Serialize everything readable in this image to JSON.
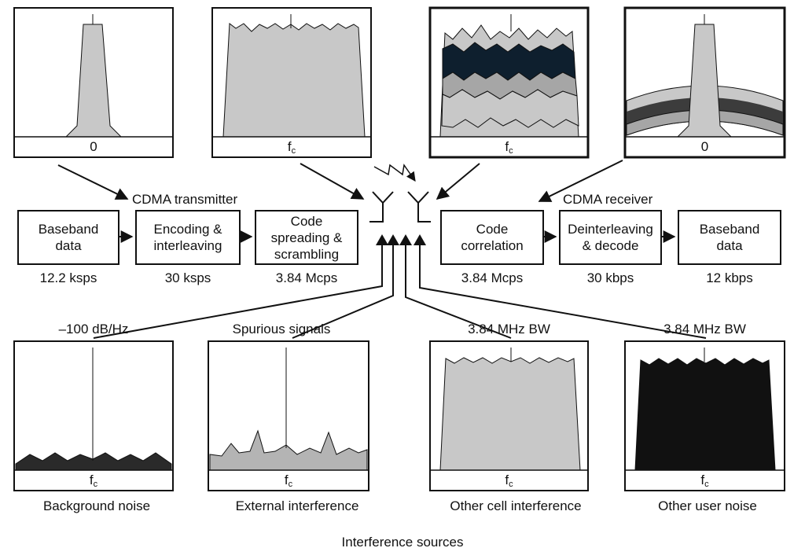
{
  "colors": {
    "light_gray": "#c8c8c8",
    "mid_gray": "#a6a6a6",
    "dark_gray": "#3c3c3c",
    "navy": "#0e1f2e",
    "black": "#111111"
  },
  "transmitter": {
    "title": "CDMA transmitter",
    "blocks": [
      {
        "label": "Baseband\ndata",
        "rate": "12.2 ksps"
      },
      {
        "label": "Encoding &\ninterleaving",
        "rate": "30 ksps"
      },
      {
        "label": "Code\nspreading &\nscrambling",
        "rate": "3.84 Mcps"
      }
    ]
  },
  "receiver": {
    "title": "CDMA receiver",
    "blocks": [
      {
        "label": "Code\ncorrelation",
        "rate": "3.84 Mcps"
      },
      {
        "label": "Deinterleaving\n& decode",
        "rate": "30 kbps"
      },
      {
        "label": "Baseband\ndata",
        "rate": "12 kbps"
      }
    ]
  },
  "top_spectra": [
    {
      "axis_label": "0",
      "style": "narrowband"
    },
    {
      "axis_label": "f",
      "subscript": "c",
      "style": "wideband"
    },
    {
      "axis_label": "f",
      "subscript": "c",
      "style": "layered"
    },
    {
      "axis_label": "0",
      "style": "despread"
    }
  ],
  "interference_sources": {
    "caption": "Interference sources",
    "panels": [
      {
        "header": "–100 dB/Hz",
        "axis_label": "f",
        "subscript": "c",
        "name": "Background noise",
        "style": "noise-floor"
      },
      {
        "header": "Spurious signals",
        "axis_label": "f",
        "subscript": "c",
        "name": "External interference",
        "style": "spurious"
      },
      {
        "header": "3.84 MHz BW",
        "axis_label": "f",
        "subscript": "c",
        "name": "Other cell interference",
        "style": "gray-wideband"
      },
      {
        "header": "3.84 MHz BW",
        "axis_label": "f",
        "subscript": "c",
        "name": "Other user noise",
        "style": "black-wideband"
      }
    ]
  }
}
